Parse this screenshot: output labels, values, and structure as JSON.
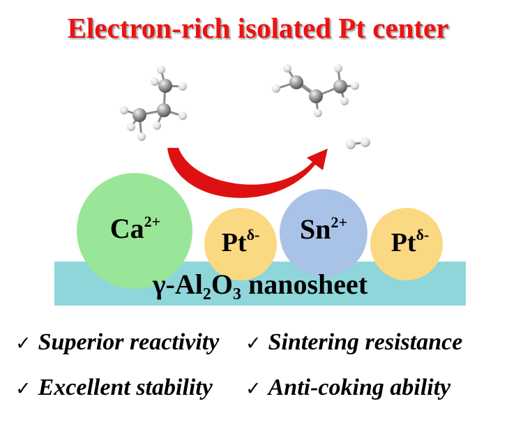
{
  "title": "Electron-rich isolated Pt center",
  "species": {
    "ca": {
      "base": "Ca",
      "charge": "2+"
    },
    "sn": {
      "base": "Sn",
      "charge": "2+"
    },
    "pt": {
      "base": "Pt",
      "charge": "δ-"
    }
  },
  "support": {
    "gamma": "γ-Al",
    "al_sub": "2",
    "o": "O",
    "o_sub": "3",
    "rest": " nanosheet"
  },
  "check_mark": "✓",
  "features": [
    "Superior reactivity",
    "Sintering resistance",
    "Excellent stability",
    "Anti-coking ability"
  ],
  "colors": {
    "title": "#ee1111",
    "ca_circle": "#99e699",
    "sn_circle": "#a9c2e8",
    "pt_circle": "#fbd982",
    "support": "#8ed6da",
    "arrow": "#dd1111",
    "carbon_atom": "#9a9a9a",
    "hydrogen_atom": "#e4e4e4"
  }
}
